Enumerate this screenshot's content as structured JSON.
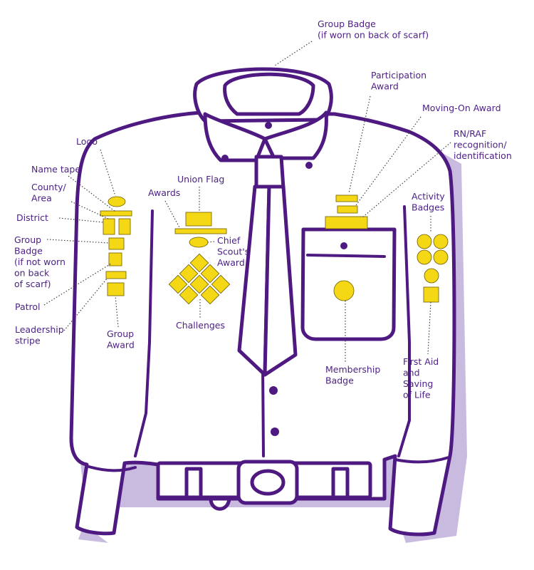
{
  "colors": {
    "outline": "#4e1a82",
    "shadow": "#c9bbe0",
    "badge": "#f5d815",
    "label_text": "#4b1f86"
  },
  "labels": {
    "group_badge_back": [
      "Group Badge",
      "(if worn on back of scarf)"
    ],
    "participation_award": [
      "Participation",
      "Award"
    ],
    "moving_on_award": [
      "Moving-On Award"
    ],
    "rn_raf": [
      "RN/RAF",
      "recognition/",
      "identification"
    ],
    "activity_badges": [
      "Activity",
      "Badges"
    ],
    "logo": [
      "Logo"
    ],
    "name_tape": [
      "Name tape"
    ],
    "county_area": [
      "County/",
      "Area"
    ],
    "district": [
      "District"
    ],
    "group_badge_front": [
      "Group",
      "Badge",
      "(if not worn",
      "on back",
      "of scarf)"
    ],
    "patrol": [
      "Patrol"
    ],
    "leadership_stripe": [
      "Leadership",
      "stripe"
    ],
    "group_award": [
      "Group",
      "Award"
    ],
    "union_flag": [
      "Union Flag"
    ],
    "awards": [
      "Awards"
    ],
    "chief_scouts_award": [
      "Chief",
      "Scout's",
      "Award"
    ],
    "challenges": [
      "Challenges"
    ],
    "membership_badge": [
      "Membership",
      "Badge"
    ],
    "first_aid": [
      "First Aid",
      "and",
      "Saving",
      "of Life"
    ]
  }
}
